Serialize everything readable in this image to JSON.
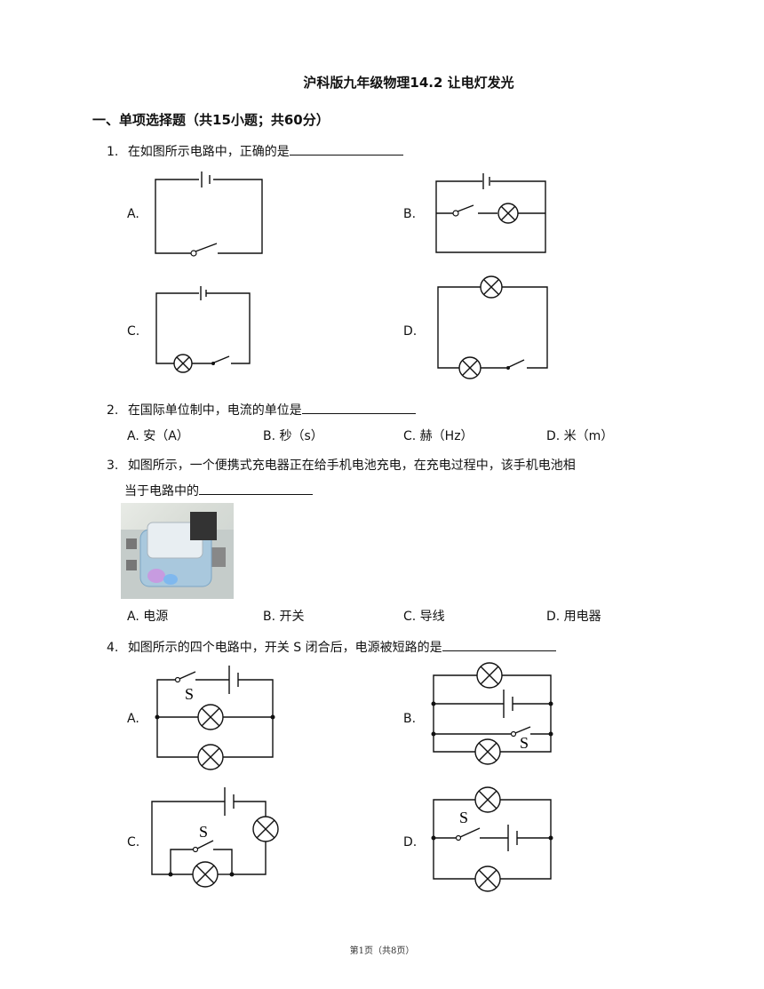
{
  "title": "沪科版九年级物理14.2 让电灯发光",
  "section": "一、单项选择题（共15小题；共60分）",
  "questions": [
    {
      "num": "1.",
      "text": "在如图所示电路中，正确的是",
      "options": [
        "A.",
        "B.",
        "C.",
        "D."
      ]
    },
    {
      "num": "2.",
      "text": "在国际单位制中，电流的单位是",
      "options": [
        "A. 安（A）",
        "B. 秒（s）",
        "C. 赫（Hz）",
        "D. 米（m）"
      ]
    },
    {
      "num": "3.",
      "text": "如图所示，一个便携式充电器正在给手机电池充电，在充电过程中，该手机电池相",
      "text2": "当于电路中的",
      "options": [
        "A. 电源",
        "B. 开关",
        "C. 导线",
        "D. 用电器"
      ]
    },
    {
      "num": "4.",
      "text": "如图所示的四个电路中，开关 S 闭合后，电源被短路的是",
      "options": [
        "A.",
        "B.",
        "C.",
        "D."
      ],
      "switch_label": "S"
    }
  ],
  "footer": "第1页（共8页）"
}
